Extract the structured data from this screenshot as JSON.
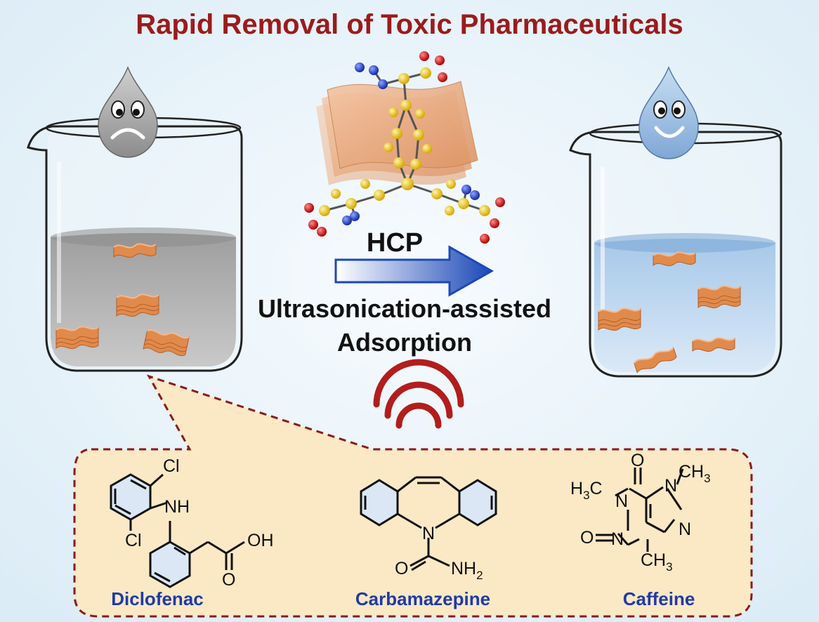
{
  "title": "Rapid Removal of Toxic Pharmaceuticals",
  "process": {
    "material": "HCP",
    "method_line1": "Ultrasonication-assisted",
    "method_line2": "Adsorption"
  },
  "pharmaceuticals": [
    {
      "name": "Diclofenac"
    },
    {
      "name": "Carbamazepine"
    },
    {
      "name": "Caffeine"
    }
  ],
  "atom_labels": {
    "cl": "Cl",
    "nh": "NH",
    "oh": "OH",
    "o": "O",
    "n": "N",
    "nh2_main": "NH",
    "nh2_sub": "2",
    "ch3_main": "CH",
    "ch3_sub": "3",
    "h3c_pre": "H",
    "h3c_sub": "3",
    "h3c_post": "C"
  },
  "colors": {
    "title": "#9b1b1b",
    "drug_label": "#1f3aa8",
    "polluted_water": "#a8a8a8",
    "clean_water": "#a9cbea",
    "adsorbent": "#e08a4c",
    "dashed_border": "#8b1a1a",
    "callout_fill": "#fbe9c5"
  }
}
